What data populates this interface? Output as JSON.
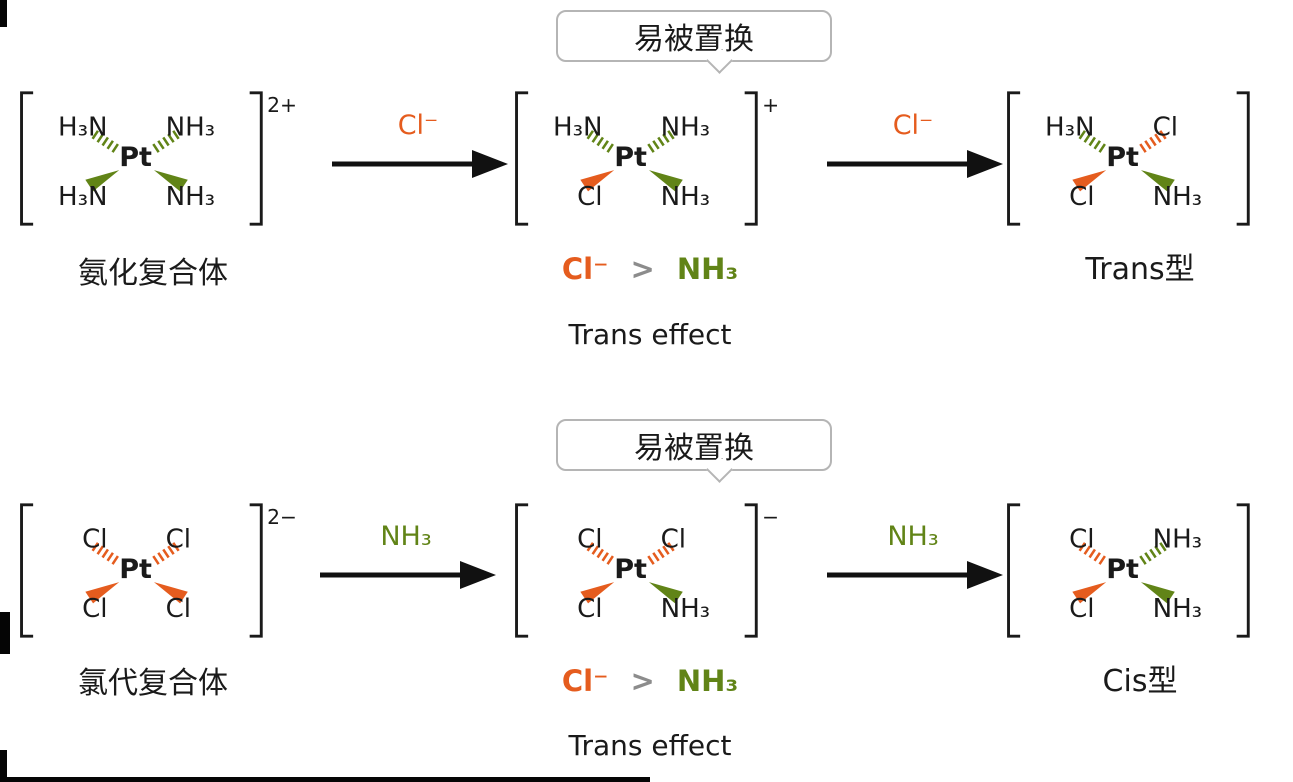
{
  "colors": {
    "green": "#618417",
    "orange": "#e55c1e",
    "ink": "#1a1a1a",
    "gray": "#8c8c8c",
    "bubble_border": "#b5b5b5"
  },
  "row1": {
    "bubble_text": "易被置换",
    "left_complex": {
      "charge": "2+",
      "center": "Pt",
      "tl": "H₃N",
      "tr": "NH₃",
      "bl": "H₃N",
      "br": "NH₃",
      "caption": "氨化复合体"
    },
    "arrow1_label": "Cl⁻",
    "mid_complex": {
      "charge": "+",
      "center": "Pt",
      "tl": "H₃N",
      "tr": "NH₃",
      "bl": "Cl",
      "br": "NH₃"
    },
    "trans_rule": {
      "strong": "Cl⁻",
      "op": ">",
      "weak": "NH₃"
    },
    "effect_label": "Trans effect",
    "arrow2_label": "Cl⁻",
    "right_complex": {
      "charge": "",
      "center": "Pt",
      "tl": "H₃N",
      "tr": "Cl",
      "bl": "Cl",
      "br": "NH₃",
      "caption": "Trans型"
    }
  },
  "row2": {
    "bubble_text": "易被置换",
    "left_complex": {
      "charge": "2−",
      "center": "Pt",
      "tl": "Cl",
      "tr": "Cl",
      "bl": "Cl",
      "br": "Cl",
      "caption": "氯代复合体"
    },
    "arrow1_label": "NH₃",
    "mid_complex": {
      "charge": "−",
      "center": "Pt",
      "tl": "Cl",
      "tr": "Cl",
      "bl": "Cl",
      "br": "NH₃"
    },
    "trans_rule": {
      "strong": "Cl⁻",
      "op": ">",
      "weak": "NH₃"
    },
    "effect_label": "Trans effect",
    "arrow2_label": "NH₃",
    "right_complex": {
      "charge": "",
      "center": "Pt",
      "tl": "Cl",
      "tr": "NH₃",
      "bl": "Cl",
      "br": "NH₃",
      "caption": "Cis型"
    }
  }
}
